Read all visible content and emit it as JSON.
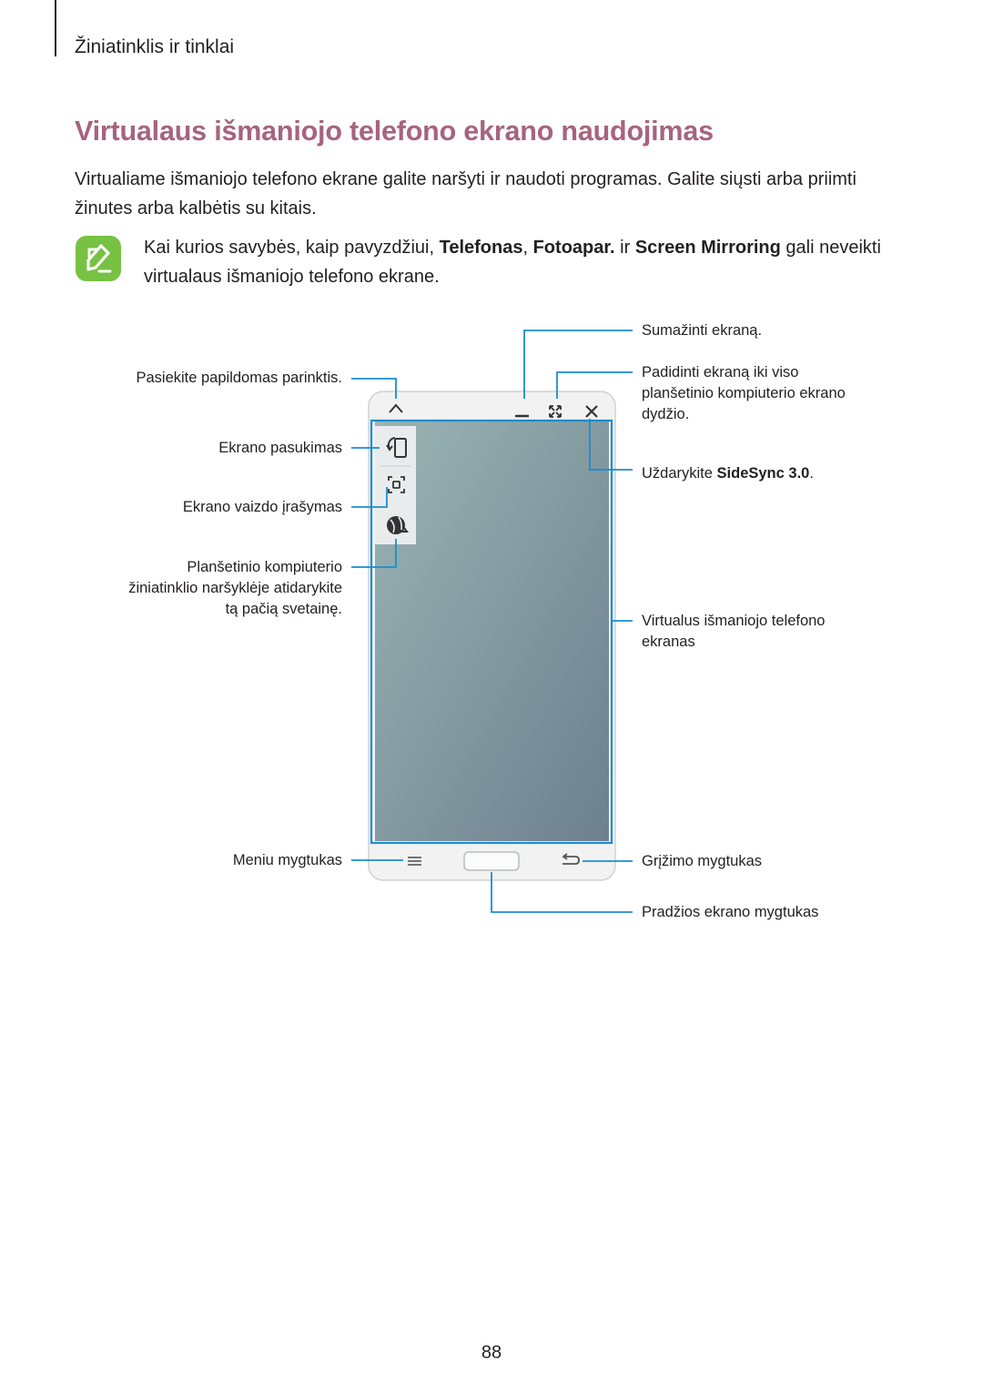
{
  "header": {
    "section_title": "Žiniatinklis ir tinklai"
  },
  "heading": "Virtualaus išmaniojo telefono ekrano naudojimas",
  "intro": "Virtualiame išmaniojo telefono ekrane galite naršyti ir naudoti programas. Galite siųsti arba priimti žinutes arba kalbėtis su kitais.",
  "note": {
    "icon": "note-icon",
    "parts": [
      "Kai kurios savybės, kaip pavyzdžiui, ",
      "Telefonas",
      ", ",
      "Fotoapar.",
      " ir ",
      "Screen Mirroring",
      " gali neveikti virtualaus išmaniojo telefono ekrane."
    ]
  },
  "labels": {
    "more_options": "Pasiekite papildomas parinktis.",
    "rotate": "Ekrano pasukimas",
    "record": "Ekrano vaizdo įrašymas",
    "browser": "Planšetinio kompiuterio žiniatinklio naršyklėje atidarykite tą pačią svetainę.",
    "browser_lines": [
      "Planšetinio kompiuterio",
      "žiniatinklio naršyklėje atidarykite",
      "tą pačią svetainę."
    ],
    "menu": "Meniu mygtukas",
    "minimize": "Sumažinti ekraną.",
    "maximize_lines": [
      "Padidinti ekraną iki viso",
      "planšetinio kompiuterio ekrano",
      "dydžio."
    ],
    "close_prefix": "Uždarykite ",
    "close_app": "SideSync 3.0",
    "close_suffix": ".",
    "virtual_screen_lines": [
      "Virtualus išmaniojo telefono",
      "ekranas"
    ],
    "back": "Grįžimo mygtukas",
    "home": "Pradžios ekrano mygtukas"
  },
  "colors": {
    "heading": "#a6647e",
    "callout": "#1c8ccf",
    "note_icon": "#77c143",
    "screen_top": "#9ab4b4",
    "screen_bottom": "#6d808e"
  },
  "page_number": "88"
}
